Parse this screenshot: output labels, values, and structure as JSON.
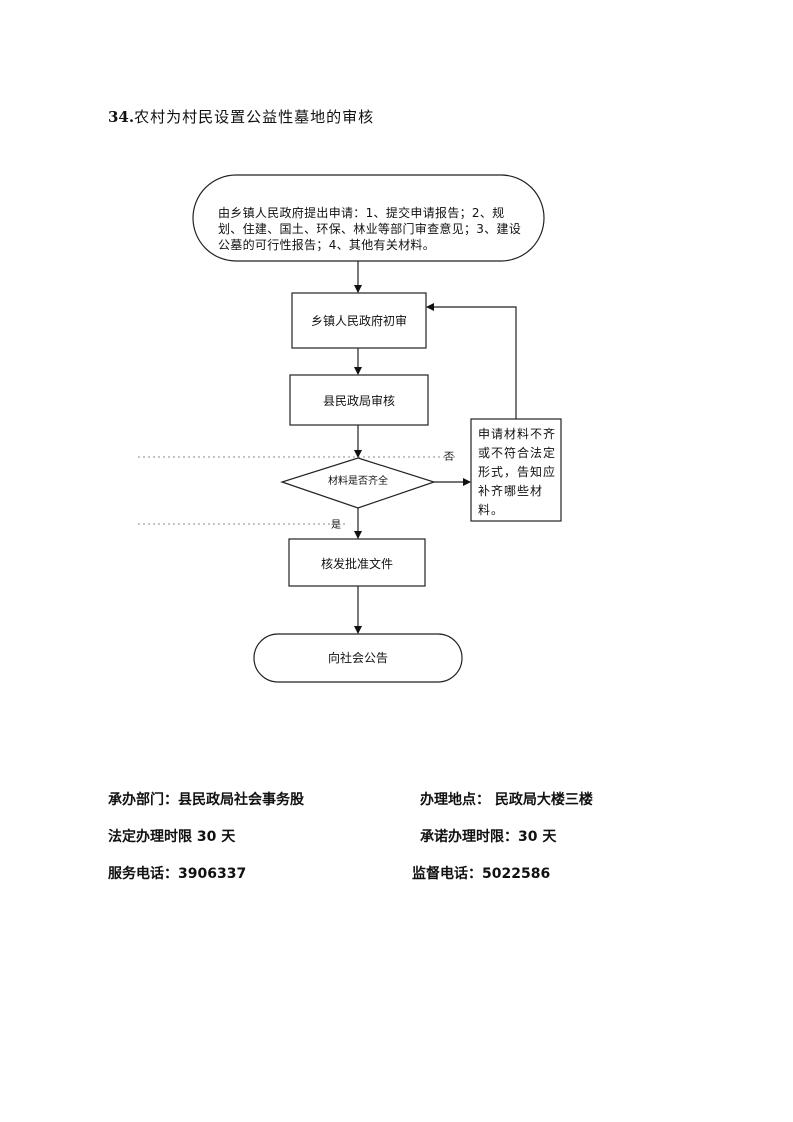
{
  "doc": {
    "title_num": "34.",
    "title_text": "农村为村民设置公益性墓地的审核"
  },
  "flow": {
    "start": "由乡镇人民政府提出申请：1、提交申请报告；2、规划、住建、国土、环保、林业等部门审查意见；3、建设公墓的可行性报告；4、其他有关材料。",
    "step1": "乡镇人民政府初审",
    "step2": "县民政局审核",
    "decision": "材料是否齐全",
    "no_label": "否",
    "yes_label": "是",
    "side_box": "申请材料不齐或不符合法定形式，告知应补齐哪些材料。",
    "step3": "核发批准文件",
    "end": "向社会公告"
  },
  "info": {
    "dept": "承办部门：县民政局社会事务股",
    "location": "办理地点：  民政局大楼三楼",
    "legal_limit": "法定办理时限 30 天",
    "promise_limit": "承诺办理时限：30 天",
    "service_phone": "服务电话：3906337",
    "supervise_phone": "监督电话：5022586"
  }
}
